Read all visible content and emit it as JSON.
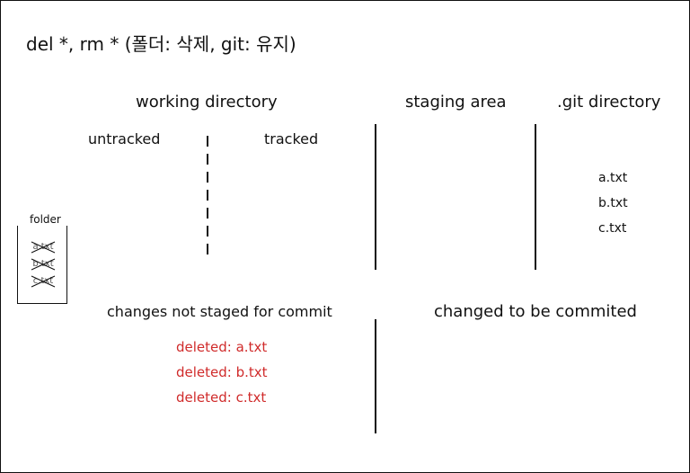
{
  "title": "del *, rm * (폴더: 삭제, git: 유지)",
  "headers": {
    "working_directory": "working directory",
    "staging_area": "staging area",
    "git_directory": ".git directory"
  },
  "working_split": {
    "untracked": "untracked",
    "tracked": "tracked"
  },
  "folder": {
    "label": "folder",
    "files": [
      "a.txt",
      "b.txt",
      "c.txt"
    ],
    "files_crossed_out": true
  },
  "git_directory_files": [
    "a.txt",
    "b.txt",
    "c.txt"
  ],
  "sections": {
    "not_staged": "changes not staged for commit",
    "to_be_committed": "changed to be commited"
  },
  "deleted_files": [
    "deleted: a.txt",
    "deleted: b.txt",
    "deleted: c.txt"
  ],
  "colors": {
    "deleted_text": "#d02b2b",
    "line": "#111111"
  }
}
